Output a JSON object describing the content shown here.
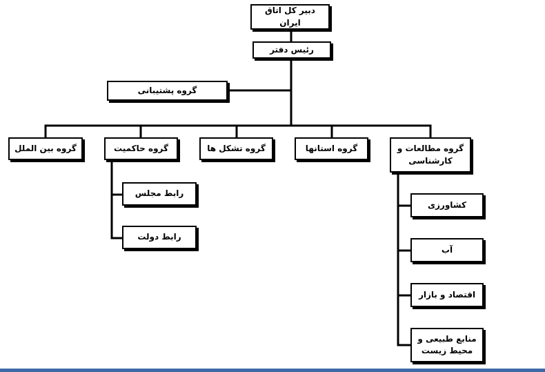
{
  "org_chart": {
    "root": "دبیر کل اتاق ایران",
    "chief": "رئیس دفتر",
    "support": "گروه پشتیبانی",
    "groups": {
      "intl": "گروه بین الملل",
      "governance": "گروه حاکمیت",
      "tashkil": "گروه تشکل ها",
      "provinces": "گروه استانها",
      "studies": "گروه مطالعات و\nکارشناسی"
    },
    "governance_children": {
      "majles": "رابط مجلس",
      "dolat": "رابط دولت"
    },
    "studies_children": {
      "agriculture": "کشاورزی",
      "water": "آب",
      "economy": "اقتصاد و بازار",
      "environment": "منابع طبیعی و\nمحیط زیست"
    }
  },
  "colors": {
    "line": "#000000",
    "box_border": "#000000",
    "box_fill": "#ffffff",
    "bottom_bar": "#3f6aa8"
  }
}
